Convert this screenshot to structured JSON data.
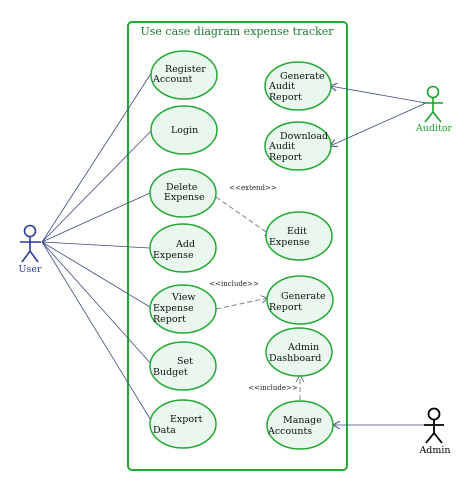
{
  "diagram": {
    "title": "Use case diagram expense tracker",
    "colors": {
      "boundary": "#22aa33",
      "usecase_fill": "#e9f7ee",
      "usecase_stroke": "#22aa33",
      "line": "#3a4a7a",
      "dashed": "#777777",
      "user": "#2a3b9a",
      "auditor": "#1aa32a",
      "admin": "#000000"
    },
    "actors": {
      "user": {
        "label": "User",
        "icon": "stick-figure-icon"
      },
      "auditor": {
        "label": "Auditor",
        "icon": "stick-figure-icon"
      },
      "admin": {
        "label": "Admin",
        "icon": "stick-figure-icon"
      }
    },
    "use_cases": {
      "register": [
        "Register",
        "Account"
      ],
      "login": [
        "Login"
      ],
      "delete": [
        "Delete",
        "Expense"
      ],
      "add": [
        "Add",
        "Expense"
      ],
      "view": [
        "View",
        "Expense",
        "Report"
      ],
      "budget": [
        "Set",
        "Budget"
      ],
      "export": [
        "Export",
        "Data"
      ],
      "gen_audit": [
        "Generate",
        "Audit",
        "Report"
      ],
      "dl_audit": [
        "Download",
        "Audit",
        "Report"
      ],
      "edit": [
        "Edit",
        "Expense"
      ],
      "gen_report": [
        "Generate",
        "Report"
      ],
      "admin_dash": [
        "Admin",
        "Dashboard"
      ],
      "manage": [
        "Manage",
        "Accounts"
      ]
    },
    "relations": {
      "extend": "<<extend>>",
      "include1": "<<include>>",
      "include2": "<<include>>"
    }
  }
}
